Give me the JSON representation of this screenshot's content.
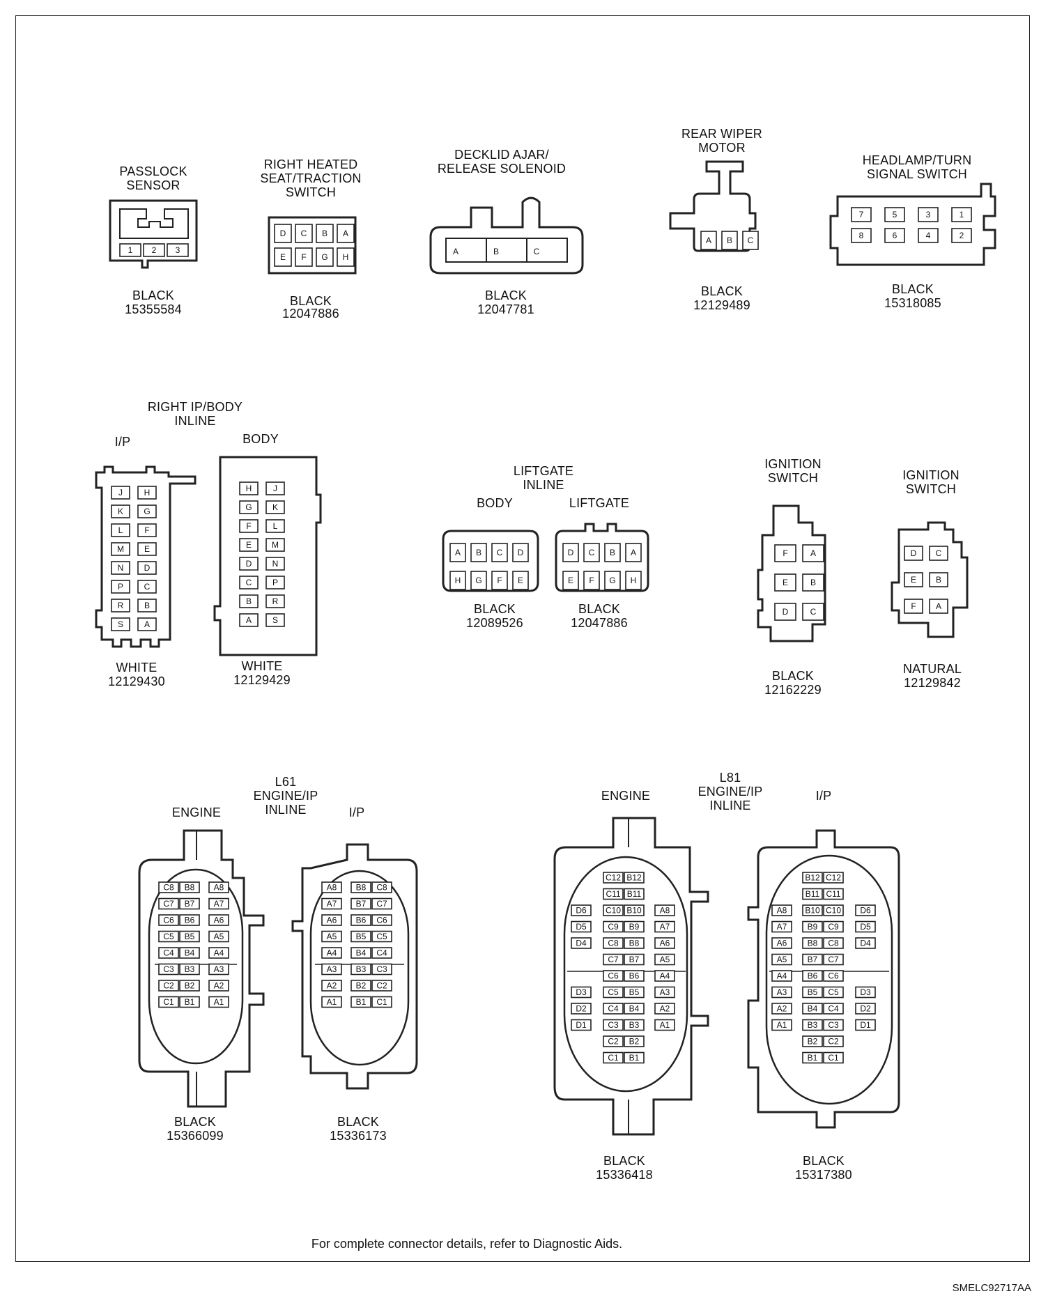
{
  "footnote": "For complete connector details, refer to Diagnostic Aids.",
  "figure_id": "SMELC92717AA",
  "connectors": {
    "passlock": {
      "title": "PASSLOCK\nSENSOR",
      "color": "BLACK",
      "part": "15355584",
      "pins": [
        "1",
        "2",
        "3"
      ]
    },
    "right_heated_seat": {
      "title": "RIGHT HEATED\nSEAT/TRACTION\nSWITCH",
      "color": "BLACK",
      "part": "12047886",
      "pins": [
        [
          "D",
          "C",
          "B",
          "A"
        ],
        [
          "E",
          "F",
          "G",
          "H"
        ]
      ]
    },
    "decklid": {
      "title": "DECKLID AJAR/\nRELEASE SOLENOID",
      "color": "BLACK",
      "part": "12047781",
      "pins": [
        "A",
        "B",
        "C"
      ]
    },
    "rear_wiper": {
      "title": "REAR WIPER\nMOTOR",
      "color": "BLACK",
      "part": "12129489",
      "pins": [
        "A",
        "B",
        "C"
      ]
    },
    "headlamp": {
      "title": "HEADLAMP/TURN\nSIGNAL SWITCH",
      "color": "BLACK",
      "part": "15318085",
      "pins": [
        [
          "7",
          "5",
          "3",
          "1"
        ],
        [
          "8",
          "6",
          "4",
          "2"
        ]
      ]
    },
    "right_ip_body": {
      "title": "RIGHT IP/BODY\nINLINE",
      "ip": {
        "label": "I/P",
        "color": "WHITE",
        "part": "12129430",
        "pins": [
          [
            "J",
            "H"
          ],
          [
            "K",
            "G"
          ],
          [
            "L",
            "F"
          ],
          [
            "M",
            "E"
          ],
          [
            "N",
            "D"
          ],
          [
            "P",
            "C"
          ],
          [
            "R",
            "B"
          ],
          [
            "S",
            "A"
          ]
        ]
      },
      "body": {
        "label": "BODY",
        "color": "WHITE",
        "part": "12129429",
        "pins": [
          [
            "H",
            "J"
          ],
          [
            "G",
            "K"
          ],
          [
            "F",
            "L"
          ],
          [
            "E",
            "M"
          ],
          [
            "D",
            "N"
          ],
          [
            "C",
            "P"
          ],
          [
            "B",
            "R"
          ],
          [
            "A",
            "S"
          ]
        ]
      }
    },
    "liftgate": {
      "title": "LIFTGATE\nINLINE",
      "body": {
        "label": "BODY",
        "color": "BLACK",
        "part": "12089526",
        "pins": [
          [
            "A",
            "B",
            "C",
            "D"
          ],
          [
            "H",
            "G",
            "F",
            "E"
          ]
        ]
      },
      "liftgate": {
        "label": "LIFTGATE",
        "color": "BLACK",
        "part": "12047886",
        "pins": [
          [
            "D",
            "C",
            "B",
            "A"
          ],
          [
            "E",
            "F",
            "G",
            "H"
          ]
        ]
      }
    },
    "ignition1": {
      "title": "IGNITION\nSWITCH",
      "color": "BLACK",
      "part": "12162229",
      "pins": [
        [
          "F",
          "A"
        ],
        [
          "E",
          "B"
        ],
        [
          "D",
          "C"
        ]
      ]
    },
    "ignition2": {
      "title": "IGNITION\nSWITCH",
      "color": "NATURAL",
      "part": "12129842",
      "pins": [
        [
          "D",
          "C"
        ],
        [
          "E",
          "B"
        ],
        [
          "F",
          "A"
        ]
      ]
    },
    "l61": {
      "title": "L61\nENGINE/IP\nINLINE",
      "engine": {
        "label": "ENGINE",
        "color": "BLACK",
        "part": "15366099",
        "pins": [
          [
            "C8",
            "B8",
            "A8"
          ],
          [
            "C7",
            "B7",
            "A7"
          ],
          [
            "C6",
            "B6",
            "A6"
          ],
          [
            "C5",
            "B5",
            "A5"
          ],
          [
            "C4",
            "B4",
            "A4"
          ],
          [
            "C3",
            "B3",
            "A3"
          ],
          [
            "C2",
            "B2",
            "A2"
          ],
          [
            "C1",
            "B1",
            "A1"
          ]
        ]
      },
      "ip": {
        "label": "I/P",
        "color": "BLACK",
        "part": "15336173",
        "pins": [
          [
            "A8",
            "B8",
            "C8"
          ],
          [
            "A7",
            "B7",
            "C7"
          ],
          [
            "A6",
            "B6",
            "C6"
          ],
          [
            "A5",
            "B5",
            "C5"
          ],
          [
            "A4",
            "B4",
            "C4"
          ],
          [
            "A3",
            "B3",
            "C3"
          ],
          [
            "A2",
            "B2",
            "C2"
          ],
          [
            "A1",
            "B1",
            "C1"
          ]
        ]
      }
    },
    "l81": {
      "title": "L81\nENGINE/IP\nINLINE",
      "engine": {
        "label": "ENGINE",
        "color": "BLACK",
        "part": "15336418",
        "pins": [
          [
            "",
            "C12",
            "B12",
            ""
          ],
          [
            "",
            "C11",
            "B11",
            ""
          ],
          [
            "D6",
            "C10",
            "B10",
            "A8"
          ],
          [
            "D5",
            "C9",
            "B9",
            "A7"
          ],
          [
            "D4",
            "C8",
            "B8",
            "A6"
          ],
          [
            "",
            "C7",
            "B7",
            "A5"
          ],
          [
            "",
            "C6",
            "B6",
            "A4"
          ],
          [
            "D3",
            "C5",
            "B5",
            "A3"
          ],
          [
            "D2",
            "C4",
            "B4",
            "A2"
          ],
          [
            "D1",
            "C3",
            "B3",
            "A1"
          ],
          [
            "",
            "C2",
            "B2",
            ""
          ],
          [
            "",
            "C1",
            "B1",
            ""
          ]
        ]
      },
      "ip": {
        "label": "I/P",
        "color": "BLACK",
        "part": "15317380",
        "pins": [
          [
            "",
            "B12",
            "C12",
            ""
          ],
          [
            "",
            "B11",
            "C11",
            ""
          ],
          [
            "A8",
            "B10",
            "C10",
            "D6"
          ],
          [
            "A7",
            "B9",
            "C9",
            "D5"
          ],
          [
            "A6",
            "B8",
            "C8",
            "D4"
          ],
          [
            "A5",
            "B7",
            "C7",
            ""
          ],
          [
            "A4",
            "B6",
            "C6",
            ""
          ],
          [
            "A3",
            "B5",
            "C5",
            "D3"
          ],
          [
            "A2",
            "B4",
            "C4",
            "D2"
          ],
          [
            "A1",
            "B3",
            "C3",
            "D1"
          ],
          [
            "",
            "B2",
            "C2",
            ""
          ],
          [
            "",
            "B1",
            "C1",
            ""
          ]
        ]
      }
    }
  }
}
